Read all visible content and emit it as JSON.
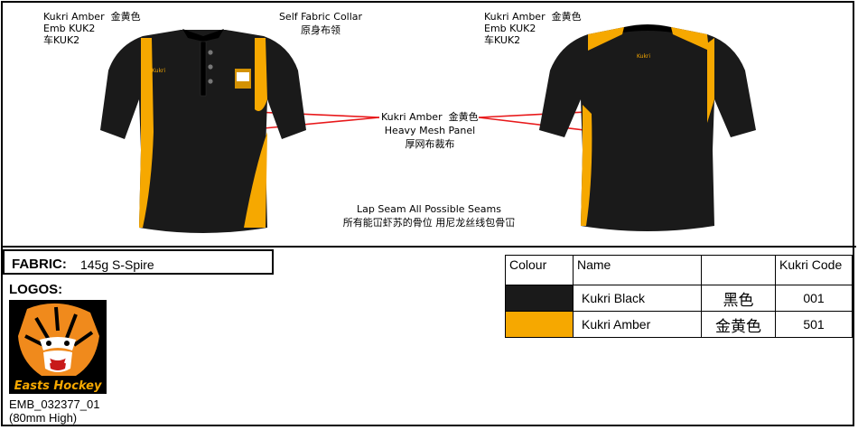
{
  "annotations": {
    "emb_en": "Kukri Amber",
    "emb_cn": "金黄色",
    "emb_code_en": "Emb KUK2",
    "emb_code_cn": "车KUK2",
    "collar_en": "Self Fabric Collar",
    "collar_cn": "原身布领",
    "back_emb_en": "Kukri Amber",
    "back_emb_cn": "金黄色",
    "back_emb_code_en": "Emb KUK2",
    "back_emb_code_cn": "车KUK2",
    "mesh_colour_en": "Kukri Amber",
    "mesh_colour_cn": "金黄色",
    "mesh_en": "Heavy Mesh Panel",
    "mesh_cn": "厚网布裁布",
    "seam_en": "Lap Seam All Possible Seams",
    "seam_cn": "所有能冚虾苏的骨位 用尼龙丝线包骨冚"
  },
  "shirt": {
    "front_brand": "Kukri",
    "back_brand": "Kukri"
  },
  "fabric": {
    "label": "FABRIC:",
    "value": "145g S-Spire"
  },
  "logos": {
    "label": "LOGOS:",
    "logo_text": "Easts Hockey",
    "code": "EMB_032377_01",
    "size": "(80mm High)"
  },
  "colour_table": {
    "headers": [
      "Colour",
      "Name",
      "",
      "Kukri Code"
    ],
    "rows": [
      {
        "swatch": "#1a1a1a",
        "name": "Kukri Black",
        "cn": "黑色",
        "code": "001"
      },
      {
        "swatch": "#f6a800",
        "name": "Kukri Amber",
        "cn": "金黄色",
        "code": "501"
      }
    ]
  },
  "colors": {
    "black": "#1a1a1a",
    "amber": "#f6a800",
    "leader": "#e8191b"
  }
}
